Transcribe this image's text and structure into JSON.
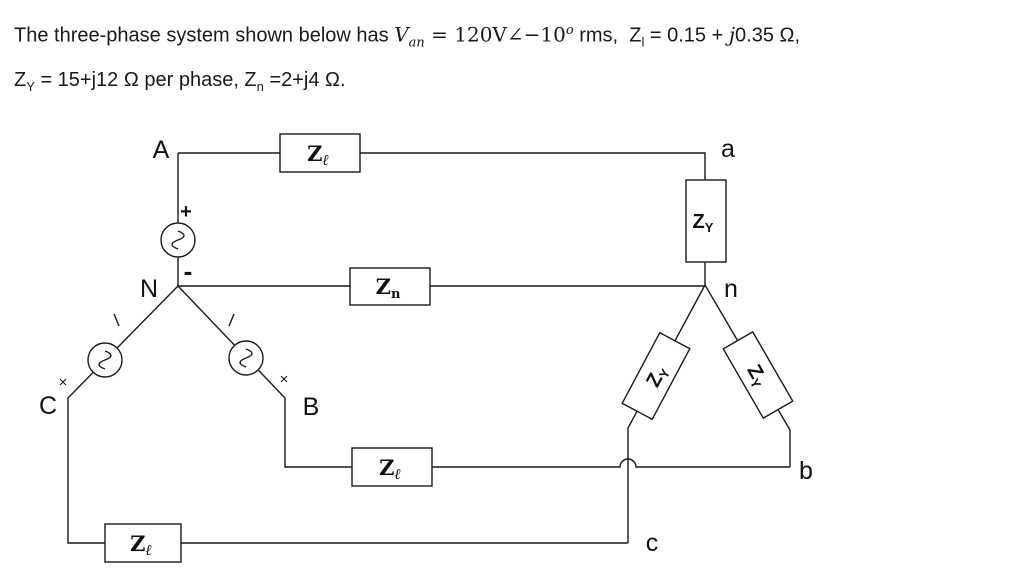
{
  "colors": {
    "ink": "#1a1a1a",
    "background": "#ffffff"
  },
  "problem": {
    "line1": {
      "a": "The three-phase system shown below has ",
      "v": "V",
      "v_sub": "an",
      "b": " = 120V∠−10",
      "sup": "o",
      "c": " rms,  Z",
      "z_sub": "l",
      "d": " = 0.15 + ",
      "j": "j",
      "e": "0.35 Ω,"
    },
    "line2": {
      "a": "Z",
      "a_sub": "Y",
      "b": " = 15+j12 Ω per phase, Z",
      "b_sub": "n",
      "c": " =2+j4 Ω."
    }
  },
  "circuit": {
    "nodes": {
      "A": "A",
      "N": "N",
      "B": "B",
      "C": "C",
      "a": "a",
      "n": "n",
      "b": "b",
      "c": "c"
    },
    "impedances": {
      "z_line": {
        "main": "Z",
        "sub": "ℓ"
      },
      "z_neutral": {
        "main": "Z",
        "sub": "n"
      },
      "z_load": {
        "main": "Z",
        "sub": "Y"
      }
    },
    "marks": {
      "plus": "+",
      "minus": "-",
      "cross": "×"
    }
  }
}
